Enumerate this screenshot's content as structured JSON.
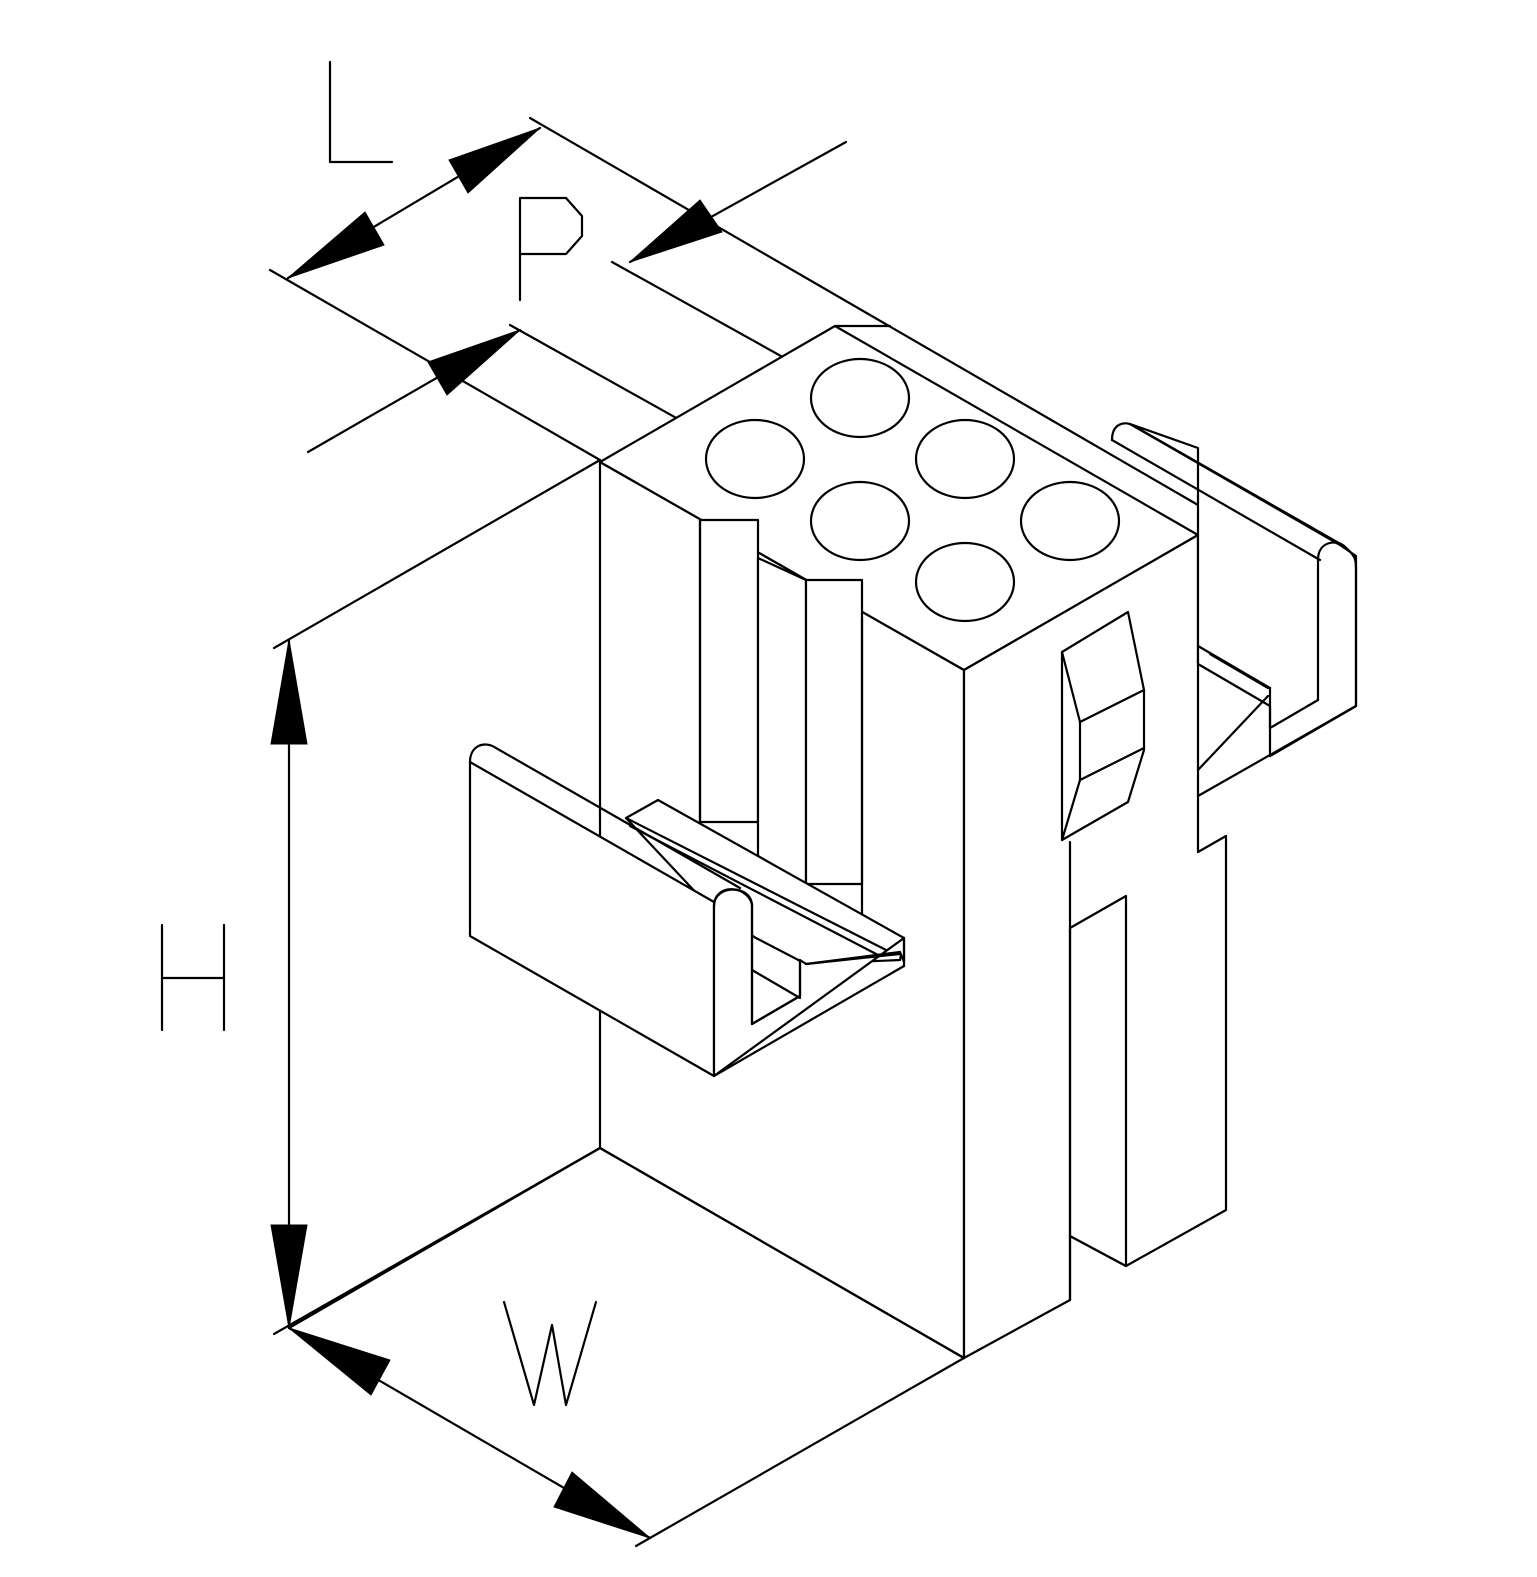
{
  "dimension_labels": {
    "length": "L",
    "pitch": "P",
    "height": "H",
    "width": "W"
  },
  "colors": {
    "line": "#000000",
    "background": "#ffffff"
  }
}
